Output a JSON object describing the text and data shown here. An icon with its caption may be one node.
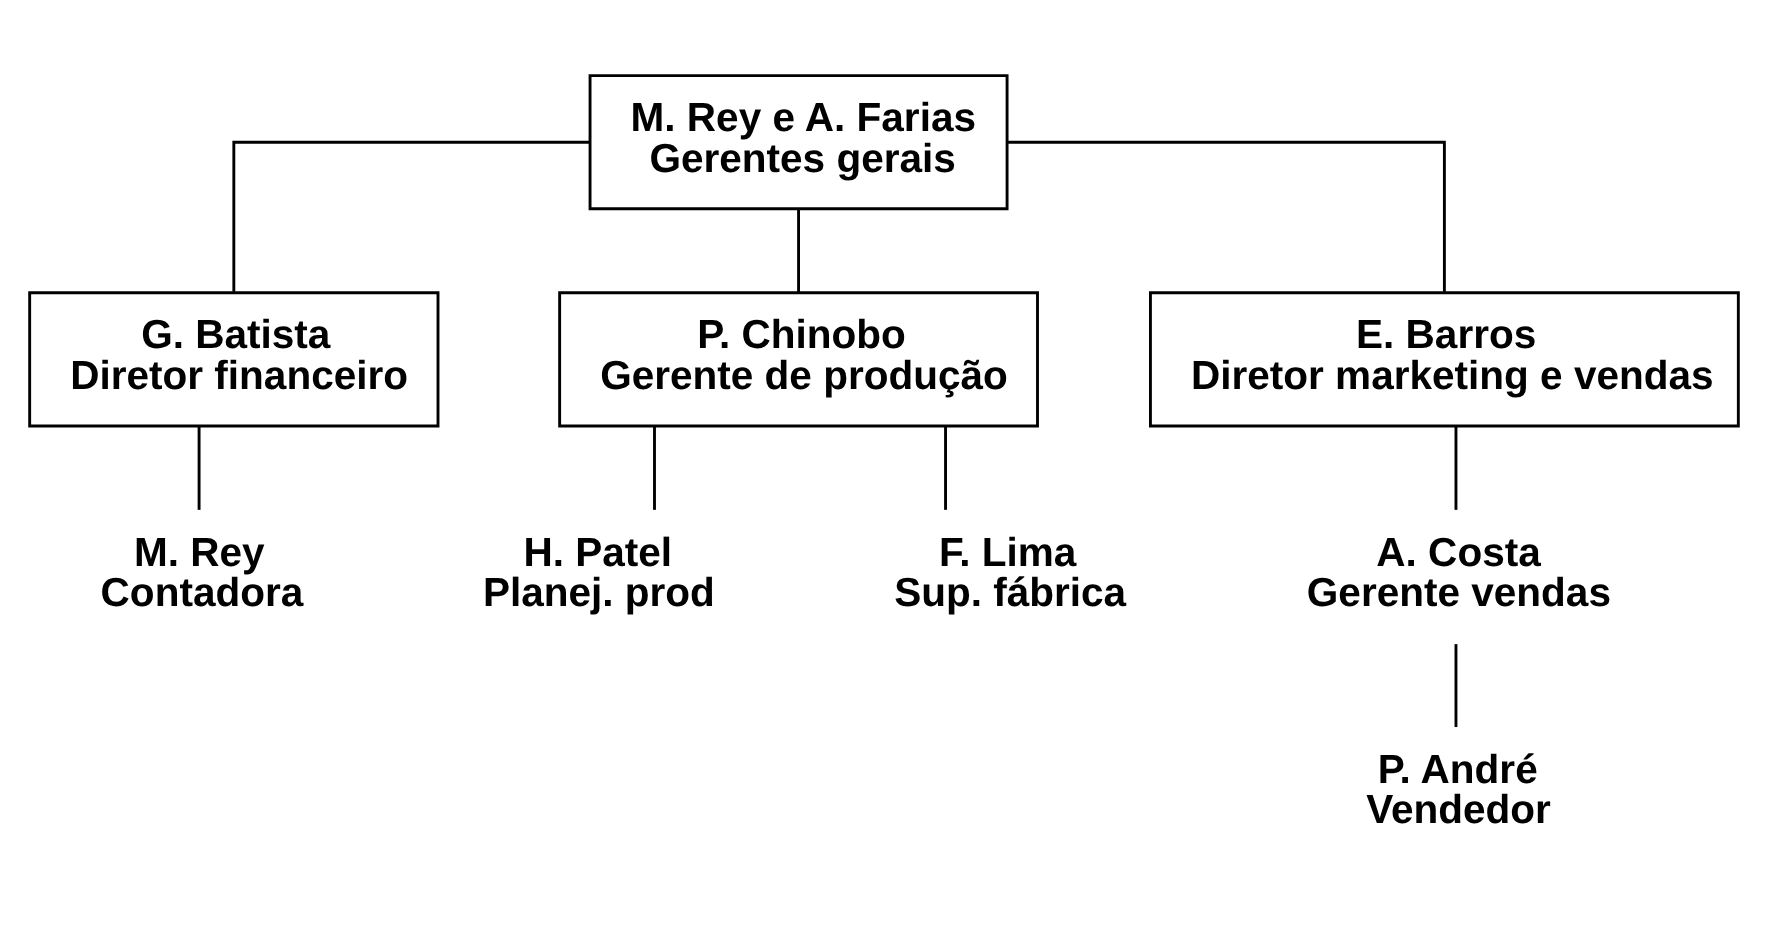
{
  "diagram": {
    "nodes": [
      {
        "text": [
          "M. Rey e A. Farias",
          "Gerentes gerais"
        ]
      },
      {
        "text": [
          "G. Batista",
          "Diretor financeiro"
        ]
      },
      {
        "text": [
          "P. Chinobo",
          "Gerente de produção"
        ]
      },
      {
        "text": [
          "E. Barros",
          "Diretor marketing e vendas"
        ]
      },
      {
        "text": [
          "M. Rey",
          "Contadora"
        ]
      },
      {
        "text": [
          "H. Patel",
          "Planej. prod"
        ]
      },
      {
        "text": [
          "F. Lima",
          "Sup. fábrica"
        ]
      },
      {
        "text": [
          "A. Costa",
          "Gerente vendas"
        ]
      },
      {
        "text": [
          "P. André",
          "Vendedor"
        ]
      }
    ],
    "edges": [
      {
        "from": 0,
        "to": 1,
        "arrow": "none"
      },
      {
        "from": 0,
        "to": 2,
        "arrow": "none"
      },
      {
        "from": 0,
        "to": 3,
        "arrow": "none"
      },
      {
        "from": 1,
        "to": 4,
        "arrow": "none"
      },
      {
        "from": 2,
        "to": 5,
        "arrow": "none"
      },
      {
        "from": 2,
        "to": 6,
        "arrow": "none"
      },
      {
        "from": 3,
        "to": 7,
        "arrow": "none"
      },
      {
        "from": 7,
        "to": 8,
        "arrow": "none"
      }
    ]
  }
}
